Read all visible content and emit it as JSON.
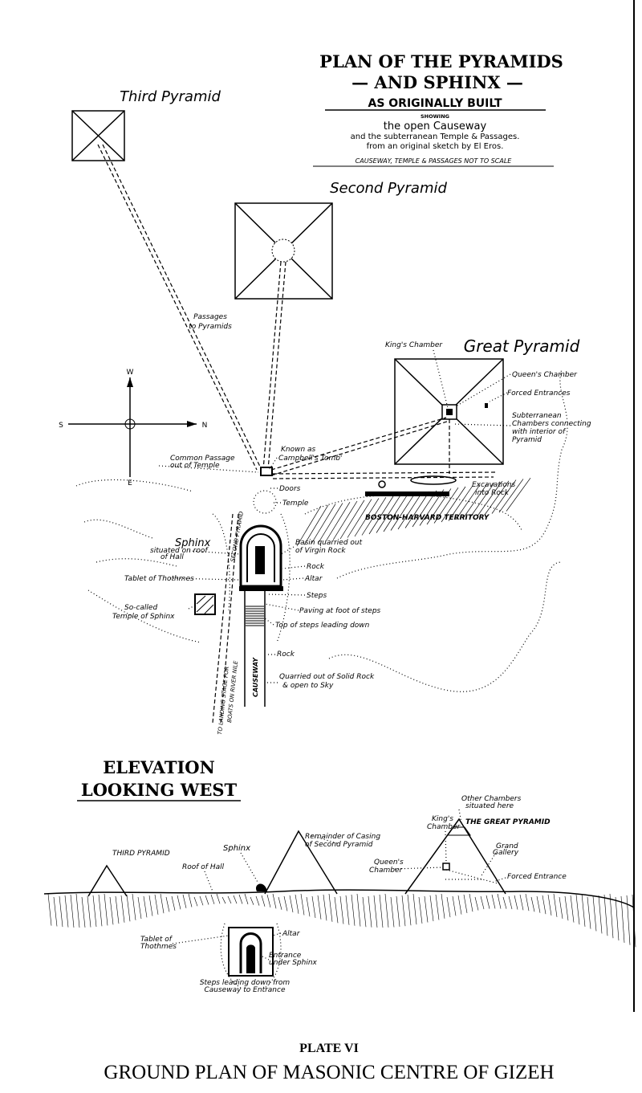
{
  "title": {
    "line1": "PLAN OF THE PYRAMIDS",
    "line2": "— AND SPHINX —",
    "line3": "AS ORIGINALLY BUILT",
    "showing": "SHOWING",
    "line4": "the open Causeway",
    "line5": "and the subterranean Temple & Passages.",
    "line6": "from an original sketch by El Eros.",
    "note": "CAUSEWAY, TEMPLE & PASSAGES NOT TO SCALE"
  },
  "plan": {
    "third_pyramid": "Third Pyramid",
    "second_pyramid": "Second Pyramid",
    "great_pyramid": "Great Pyramid",
    "passages": [
      "Passages",
      "to Pyramids"
    ],
    "kings_chamber": "King's Chamber",
    "queens_chamber": "Queen's Chamber",
    "forced_entrances": "Forced Entrances",
    "subterranean": [
      "Subterranean",
      "Chambers connecting",
      "with interior of",
      "Pyramid"
    ],
    "excavations": [
      "Excavations",
      "into Rock"
    ],
    "compass": {
      "w": "W",
      "s": "S",
      "n": "N",
      "e": "E"
    },
    "campbells": [
      "Known as",
      "Campbell's Tomb'"
    ],
    "common_passage": [
      "Common Passage",
      "out of Temple"
    ],
    "doors": "Doors",
    "temple": "Temple",
    "boston": "BOSTON-HARVARD TERRITORY",
    "sphinx": "Sphinx",
    "sphinx_sub": [
      "situated on roof",
      "of Hall"
    ],
    "basin": [
      "Basin quarried out",
      "of Virgin Rock"
    ],
    "rock1": "Rock",
    "altar": "Altar",
    "steps": "Steps",
    "paving": "Paving at foot of steps",
    "top_steps": "Top of steps leading down",
    "rock2": "Rock",
    "quarried": [
      "Quarried out of Solid Rock",
      "& open to Sky"
    ],
    "tablet": "Tablet of Thothmes",
    "so_called": [
      "So-called",
      "Temple of Sphinx"
    ],
    "second_pyramid_passage": "SECOND PYRAMID",
    "causeway": "CAUSEWAY",
    "landing": [
      "TO LANDING STAGE FOR",
      "BOATS ON RIVER NILE"
    ]
  },
  "elevation": {
    "heading1": "ELEVATION",
    "heading2": "LOOKING WEST",
    "other_chambers": [
      "Other Chambers",
      "situated here"
    ],
    "great_pyramid": "THE GREAT PYRAMID",
    "kings_chamber": [
      "King's",
      "Chamber"
    ],
    "casing": [
      "Remainder of Casing",
      "of Second Pyramid"
    ],
    "sphinx": "Sphinx",
    "third_pyramid": "THIRD PYRAMID",
    "roof": "Roof of Hall",
    "queens_chamber": [
      "Queen's",
      "Chamber"
    ],
    "grand_gallery": [
      "Grand",
      "Gallery"
    ],
    "forced_entrance": "Forced Entrance",
    "tablet": [
      "Tablet of",
      "Thothmes"
    ],
    "altar": "Altar",
    "entrance": [
      "Entrance",
      "under Sphinx"
    ],
    "steps": [
      "Steps leading down from",
      "Causeway to Entrance"
    ]
  },
  "caption": {
    "plate": "PLATE VI",
    "title": "GROUND PLAN OF MASONIC CENTRE OF GIZEH"
  }
}
